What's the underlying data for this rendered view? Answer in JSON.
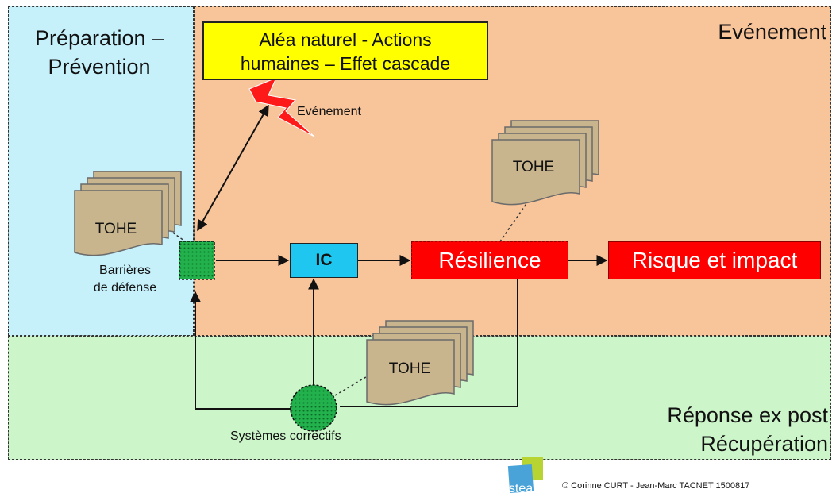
{
  "zones": {
    "preparation": "Préparation – Prévention",
    "preparation_line1": "Préparation –",
    "preparation_line2": "Prévention",
    "event": "Evénement",
    "post_line1": "Réponse ex post",
    "post_line2": "Récupération"
  },
  "hazard_box": {
    "line1": "Aléa naturel - Actions",
    "line2": "humaines – Effet cascade"
  },
  "event_label": "Evénement",
  "nodes": {
    "ic": "IC",
    "resilience": "Résilience",
    "risk": "Risque et impact"
  },
  "barrier_label": {
    "line1": "Barrières",
    "line2": "de défense"
  },
  "corrective_label": "Systèmes correctifs",
  "documents": {
    "left": "TOHE",
    "right": "TOHE",
    "bottom": "TOHE"
  },
  "logo": {
    "text": "irstea"
  },
  "copyright": "© Corinne CURT  - Jean-Marc TACNET 1500817",
  "colors": {
    "preparation_zone": "#c6f1fb",
    "event_zone": "#f8c49a",
    "post_zone": "#ccf5c9",
    "hazard_box": "#ffff00",
    "ic_node": "#1ec6f0",
    "risk_nodes": "#ff0000",
    "document": "#c8b48d",
    "barrier": "#22b14c"
  }
}
